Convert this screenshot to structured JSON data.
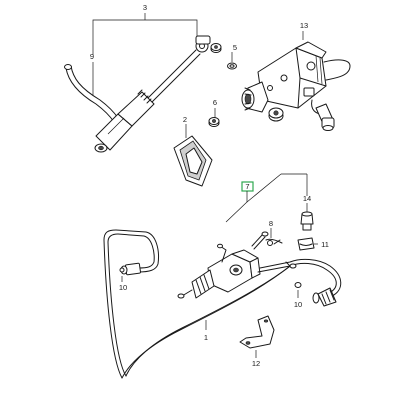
{
  "diagram": {
    "callouts": {
      "c1": "1",
      "c2": "2",
      "c3": "3",
      "c5": "5",
      "c6": "6",
      "c7": "7",
      "c8": "8",
      "c9": "9",
      "c10a": "10",
      "c10b": "10",
      "c11": "11",
      "c12": "12",
      "c13": "13",
      "c14": "14"
    },
    "colors": {
      "line": "#1a1a1a",
      "highlight": "#2fa84f"
    }
  }
}
